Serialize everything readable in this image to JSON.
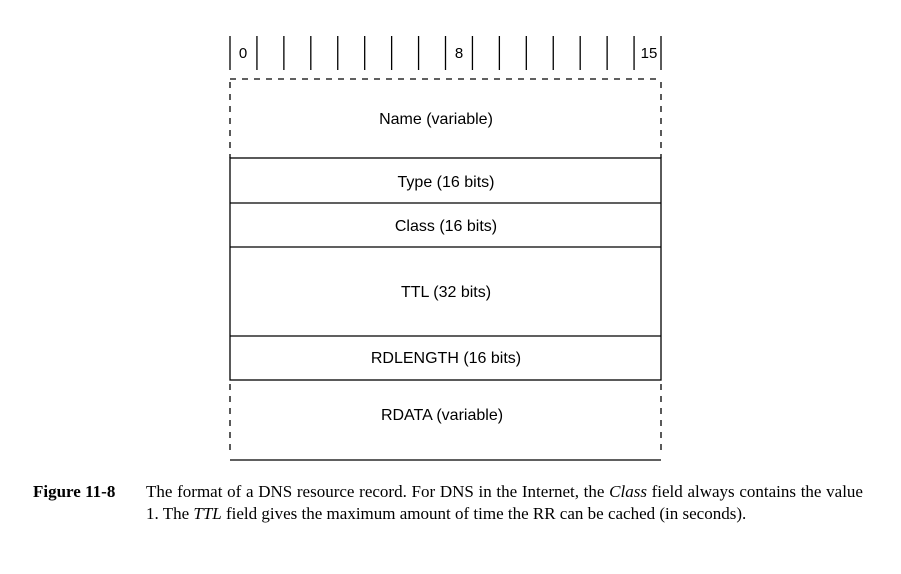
{
  "diagram": {
    "bit_labels": [
      "0",
      "8",
      "15"
    ],
    "fields": [
      {
        "label": "Name (variable)",
        "variable": true
      },
      {
        "label": "Type (16 bits)",
        "variable": false
      },
      {
        "label": "Class (16 bits)",
        "variable": false
      },
      {
        "label": "TTL (32 bits)",
        "variable": false
      },
      {
        "label": "RDLENGTH (16 bits)",
        "variable": false
      },
      {
        "label": "RDATA (variable)",
        "variable": true
      }
    ]
  },
  "caption": {
    "label": "Figure 11-8",
    "part1": "The format of a DNS resource record. For DNS in the Internet, the ",
    "class_term": "Class",
    "part2": " field always contains the value 1. The ",
    "ttl_term": "TTL",
    "part3": " field gives the maximum amount of time the RR can be cached (in seconds)."
  }
}
